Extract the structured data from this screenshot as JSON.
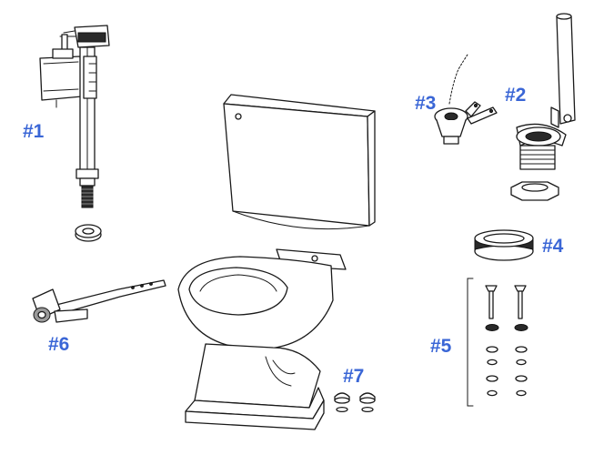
{
  "diagram": {
    "label_color": "#3a66d6",
    "parts": [
      {
        "id": "1",
        "label": "#1",
        "icon": "fill-valve-icon"
      },
      {
        "id": "2",
        "label": "#2",
        "icon": "flush-valve-icon"
      },
      {
        "id": "3",
        "label": "#3",
        "icon": "flapper-chain-icon"
      },
      {
        "id": "4",
        "label": "#4",
        "icon": "tank-gasket-icon"
      },
      {
        "id": "5",
        "label": "#5",
        "icon": "tank-bolts-icon"
      },
      {
        "id": "6",
        "label": "#6",
        "icon": "trip-lever-icon"
      },
      {
        "id": "7",
        "label": "#7",
        "icon": "bolt-caps-icon"
      }
    ]
  }
}
